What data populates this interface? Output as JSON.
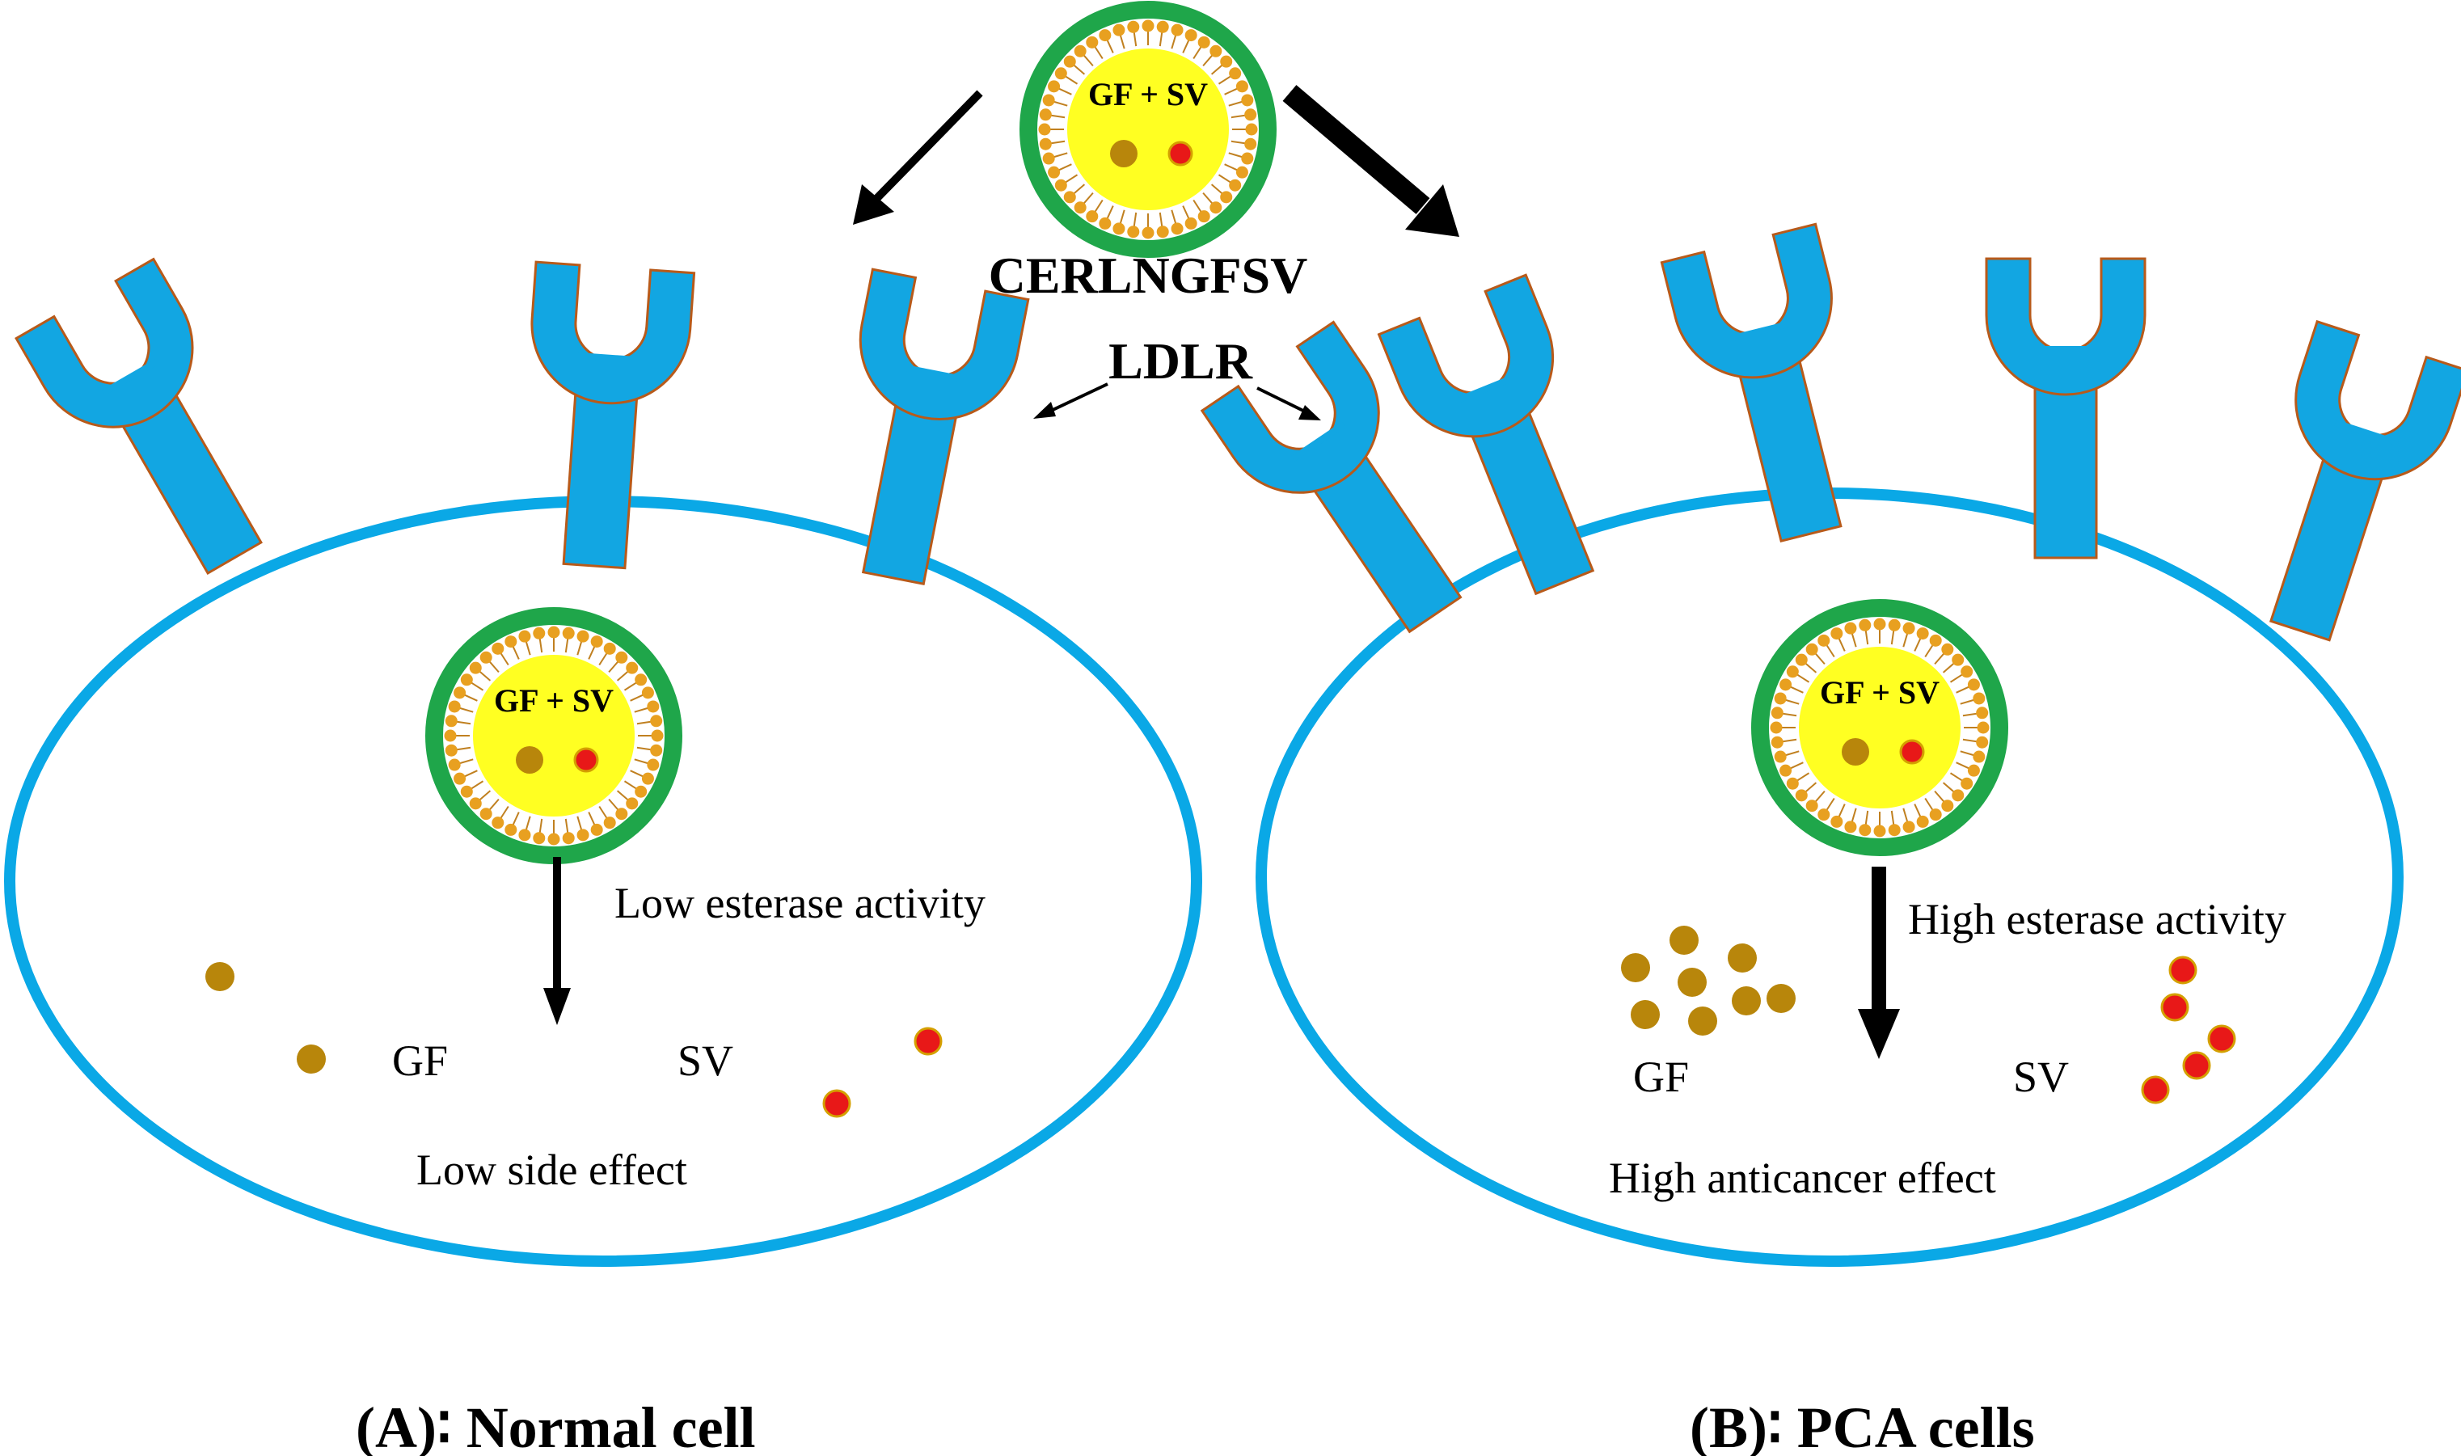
{
  "nanoparticle": {
    "label": "GF + SV",
    "name": "CERLNGFSV"
  },
  "receptor_label": "LDLR",
  "cell_a": {
    "caption": "(A)∶ Normal cell",
    "esterase": "Low esterase activity",
    "gf_label": "GF",
    "sv_label": "SV",
    "effect": "Low side effect"
  },
  "cell_b": {
    "caption": "(B)∶ PCA cells",
    "esterase": "High esterase activity",
    "gf_label": "GF",
    "sv_label": "SV",
    "effect": "High anticancer effect"
  },
  "colors": {
    "cell_membrane": "#0aa8e6",
    "receptor_fill": "#12a6e2",
    "receptor_stroke": "#b85a1a",
    "np_shell": "#1fa64a",
    "np_core": "#ffff22",
    "lipid_head": "#e8a020",
    "gf_drug": "#b8860b",
    "sv_drug": "#e81818"
  }
}
